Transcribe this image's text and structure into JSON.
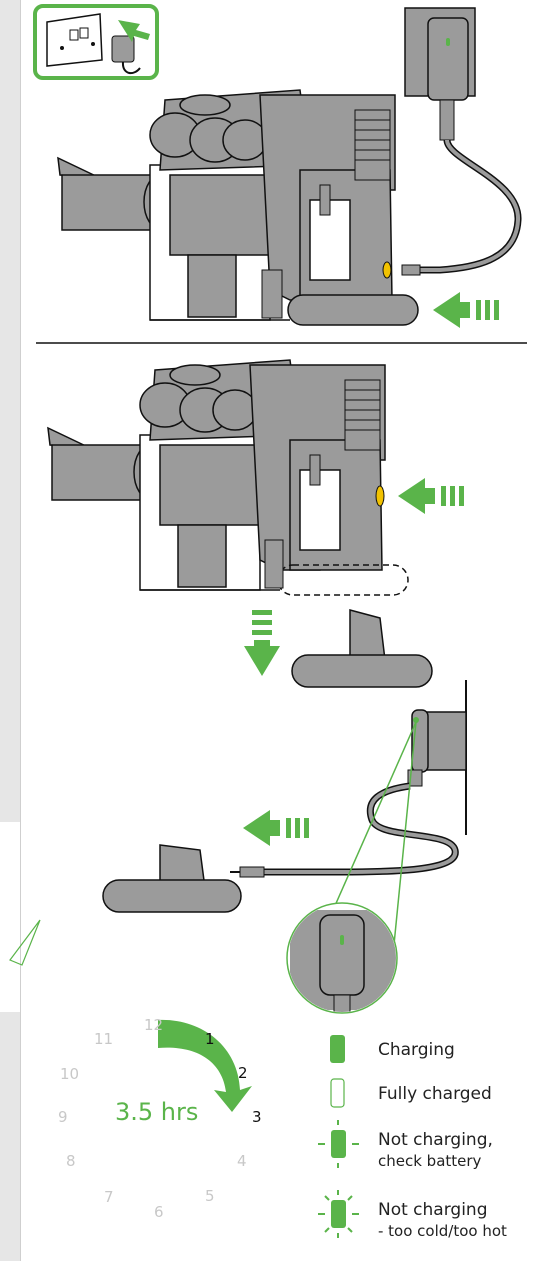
{
  "colors": {
    "green": "#5ab44a",
    "grey": "#9b9b9b",
    "dark_grey": "#7a7a7a",
    "yellow": "#f2c200",
    "line": "#111111"
  },
  "clock": {
    "hours": [
      "12",
      "1",
      "2",
      "3",
      "4",
      "5",
      "6",
      "7",
      "8",
      "9",
      "10",
      "11"
    ],
    "duration_label": "3.5 hrs"
  },
  "legend": {
    "charging": "Charging",
    "fully_charged": "Fully charged",
    "not_charging": "Not charging,",
    "check_battery": "check battery",
    "not_charging_temp": "Not charging",
    "too_cold_hot": "- too cold/too hot"
  },
  "icons": [
    "wall-socket-icon",
    "charger-plug-icon",
    "arrow-icon",
    "handheld-vacuum-icon",
    "battery-icon",
    "led-indicator-icon",
    "clock-icon"
  ]
}
